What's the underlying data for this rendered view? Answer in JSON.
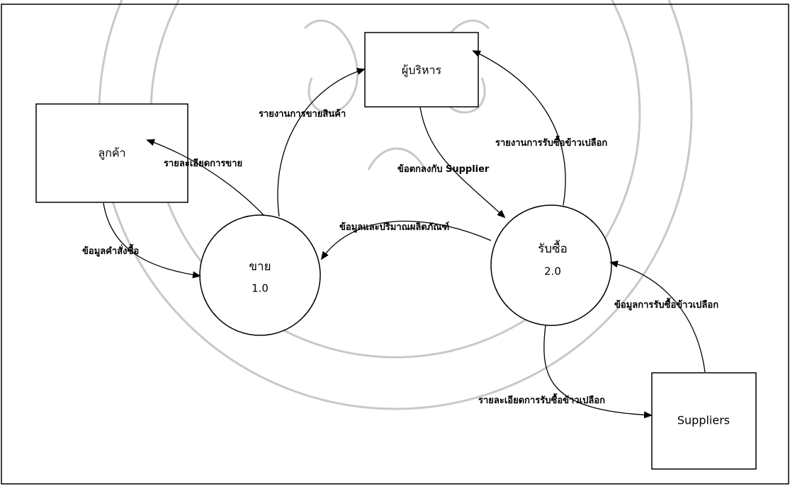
{
  "entities": {
    "customer": "ลูกค้า",
    "executive": "ผู้บริหาร",
    "suppliers": "Suppliers"
  },
  "processes": {
    "sell": {
      "name": "ขาย",
      "number": "1.0"
    },
    "purchase": {
      "name": "รับซื้อ",
      "number": "2.0"
    }
  },
  "flows": {
    "sales_report": "รายงานการขายสินค้า",
    "sales_detail": "รายละเอียดการขาย",
    "order_data": "ข้อมูลคำสั่งซื้อ",
    "supplier_agreement": "ข้อตกลงกับ Supplier",
    "purchase_report": "รายงานการรับซื้อข้าวเปลือก",
    "product_data": "ข้อมูลและปริมาณผลิตภัณฑ์",
    "paddy_purchase_data": "ข้อมูลการรับซื้อข้าวเปลือก",
    "paddy_purchase_detail": "รายละเอียดการรับซื้อข้าวเปลือก"
  }
}
